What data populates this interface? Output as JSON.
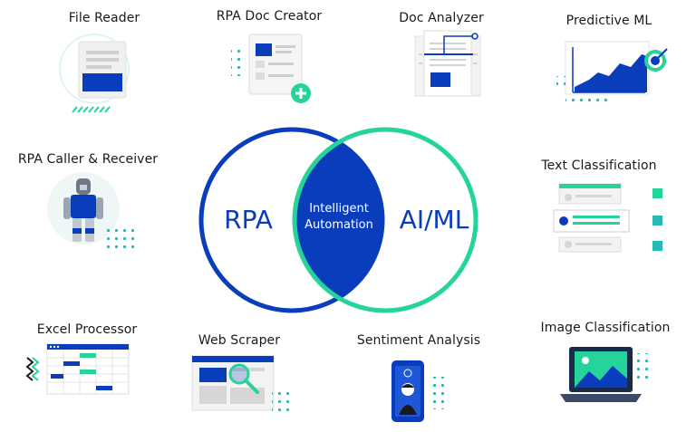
{
  "venn": {
    "left": "RPA",
    "center_line1": "Intelligent",
    "center_line2": "Automation",
    "right": "AI/ML"
  },
  "tools": {
    "file_reader": "File Reader",
    "rpa_doc_creator": "RPA Doc Creator",
    "doc_analyzer": "Doc Analyzer",
    "predictive_ml": "Predictive ML",
    "rpa_caller": "RPA Caller & Receiver",
    "text_classification": "Text Classification",
    "excel_processor": "Excel Processor",
    "web_scraper": "Web Scraper",
    "sentiment_analysis": "Sentiment Analysis",
    "image_classification": "Image Classification"
  },
  "icons": [
    "document-icon",
    "doc-plus-icon",
    "doc-scan-icon",
    "chart-target-icon",
    "robot-icon",
    "text-list-icon",
    "spreadsheet-icon",
    "browser-magnifier-icon",
    "phone-face-icon",
    "laptop-image-icon"
  ],
  "colors": {
    "blue": "#0a3dbb",
    "green": "#26d39a",
    "teal": "#29b8b8",
    "gray": "#e6e6e6"
  }
}
